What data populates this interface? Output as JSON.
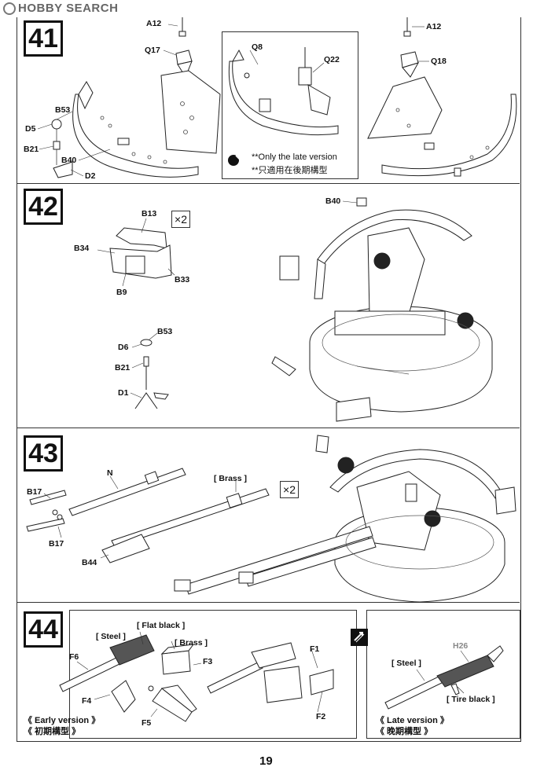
{
  "watermark": {
    "text": "HOBBY SEARCH"
  },
  "steps": [
    {
      "number": "41"
    },
    {
      "number": "42"
    },
    {
      "number": "43"
    },
    {
      "number": "44"
    }
  ],
  "step41": {
    "labels": {
      "a12_left": "A12",
      "q17": "Q17",
      "b53": "B53",
      "d5": "D5",
      "b21": "B21",
      "b40": "B40",
      "d2": "D2",
      "q8": "Q8",
      "q22": "Q22",
      "a12_right": "A12",
      "q18": "Q18"
    },
    "inset_note_en": "**Only the late version",
    "inset_note_cn": "**只適用在後期構型"
  },
  "step42": {
    "labels": {
      "b13": "B13",
      "b34": "B34",
      "b33": "B33",
      "b9": "B9",
      "b53": "B53",
      "d6": "D6",
      "b21": "B21",
      "d1": "D1",
      "b40": "B40"
    },
    "multiplier": "×2"
  },
  "step43": {
    "labels": {
      "n": "N",
      "brass": "[ Brass ]",
      "b17_top": "B17",
      "b17_bottom": "B17",
      "b44": "B44"
    },
    "multiplier": "×2"
  },
  "step44": {
    "labels": {
      "flat_black": "[ Flat black ]",
      "steel": "[ Steel ]",
      "brass": "[ Brass ]",
      "f6": "F6",
      "f3": "F3",
      "f4": "F4",
      "f5": "F5",
      "f1": "F1",
      "f2": "F2",
      "late_steel": "[ Steel ]",
      "h26": "H26",
      "tire_black": "[ Tire black ]"
    },
    "early_en": "《 Early version 》",
    "early_cn": "《 初期構型 》",
    "late_en": "《 Late version 》",
    "late_cn": "《 晚期構型 》"
  },
  "page_number": "19"
}
